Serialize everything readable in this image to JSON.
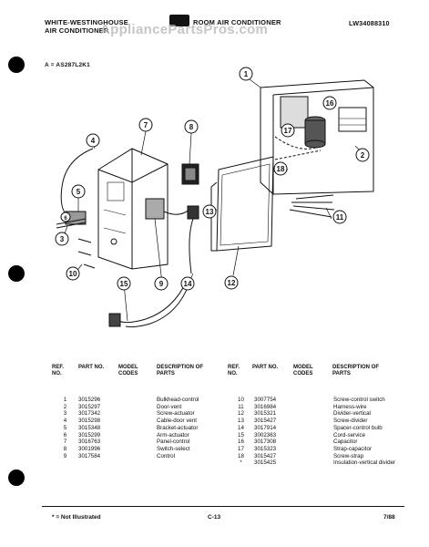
{
  "header": {
    "brand_line1": "WHITE-WESTINGHOUSE",
    "brand_line2": "AIR CONDITIONER",
    "center": "ROOM AIR CONDITIONER",
    "doc_number": "LW34088310",
    "model_ref": "A = AS287L2K1",
    "watermark": "AppliancePartsPros.com"
  },
  "callouts": [
    "1",
    "2",
    "3",
    "4",
    "5",
    "6",
    "7",
    "8",
    "9",
    "10",
    "11",
    "12",
    "13",
    "14",
    "15",
    "16",
    "17",
    "18"
  ],
  "table": {
    "columns": [
      "REF. NO.",
      "PART NO.",
      "MODEL CODES",
      "DESCRIPTION OF PARTS"
    ],
    "left_rows": [
      {
        "ref": "1",
        "part": "3015296",
        "desc": "Bulkhead-control"
      },
      {
        "ref": "2",
        "part": "3015297",
        "desc": "Door-vent"
      },
      {
        "ref": "3",
        "part": "3017342",
        "desc": "Screw-actuator"
      },
      {
        "ref": "4",
        "part": "3015298",
        "desc": "Cable-door vent"
      },
      {
        "ref": "5",
        "part": "3015348",
        "desc": "Bracket-actuator"
      },
      {
        "ref": "6",
        "part": "3015299",
        "desc": "Arm-actuator"
      },
      {
        "ref": "7",
        "part": "3016763",
        "desc": "Panel-control"
      },
      {
        "ref": "8",
        "part": "3001996",
        "desc": "Switch-select"
      },
      {
        "ref": "9",
        "part": "3017584",
        "desc": "Control"
      }
    ],
    "right_rows": [
      {
        "ref": "10",
        "part": "3007754",
        "desc": "Screw-control switch"
      },
      {
        "ref": "11",
        "part": "3016984",
        "desc": "Harness-wire"
      },
      {
        "ref": "12",
        "part": "3015321",
        "desc": "Divider-vertical"
      },
      {
        "ref": "13",
        "part": "3015427",
        "desc": "Screw-divider"
      },
      {
        "ref": "14",
        "part": "3017914",
        "desc": "Spacer-control bulb"
      },
      {
        "ref": "15",
        "part": "3002363",
        "desc": "Cord-service"
      },
      {
        "ref": "16",
        "part": "3017308",
        "desc": "Capacitor"
      },
      {
        "ref": "17",
        "part": "3015323",
        "desc": "Strap-capacitor"
      },
      {
        "ref": "18",
        "part": "3015427",
        "desc": "Screw-strap"
      },
      {
        "ref": "*",
        "part": "3015425",
        "desc": "Insulation-vertical divider"
      }
    ]
  },
  "footer": {
    "note": "* = Not Illustrated",
    "page": "C-13",
    "date": "7/88"
  }
}
